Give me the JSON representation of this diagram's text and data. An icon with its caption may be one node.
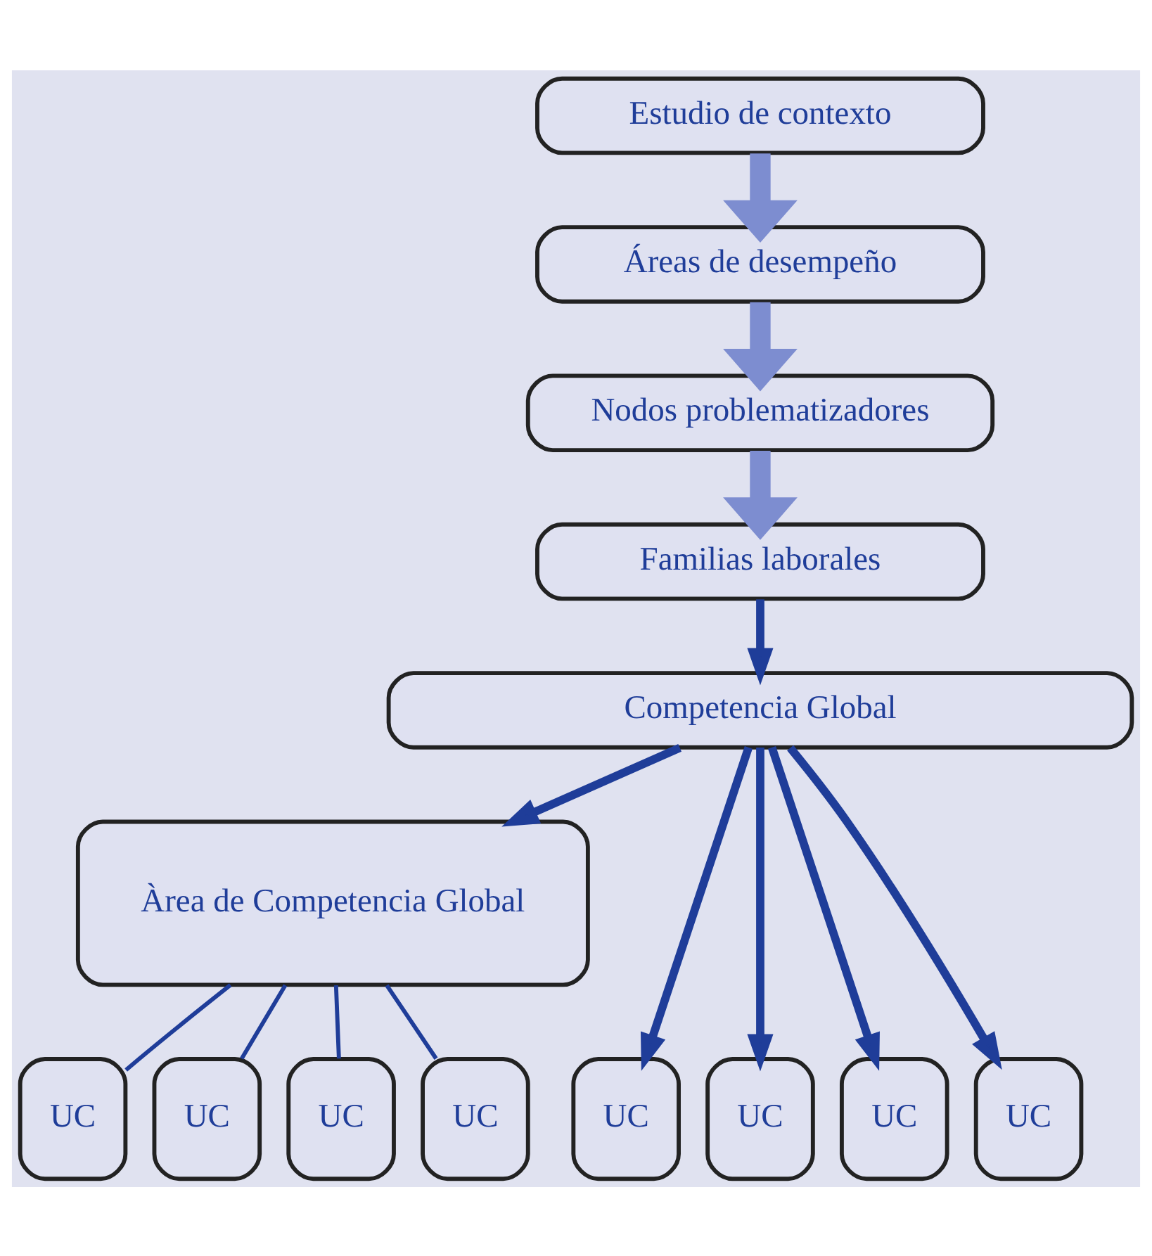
{
  "diagram": {
    "nodes": [
      {
        "text": [
          "Estudio de contexto"
        ]
      },
      {
        "text": [
          "Áreas de desempeño"
        ]
      },
      {
        "text": [
          "Nodos problematizadores"
        ]
      },
      {
        "text": [
          "Familias laborales"
        ]
      },
      {
        "text": [
          "Competencia Global"
        ]
      },
      {
        "text": [
          "Àrea de Competencia Global"
        ]
      },
      {
        "text": [
          "UC"
        ]
      },
      {
        "text": [
          "UC"
        ]
      },
      {
        "text": [
          "UC"
        ]
      },
      {
        "text": [
          "UC"
        ]
      },
      {
        "text": [
          "UC"
        ]
      },
      {
        "text": [
          "UC"
        ]
      },
      {
        "text": [
          "UC"
        ]
      },
      {
        "text": [
          "UC"
        ]
      }
    ],
    "edges": [
      {
        "from": 0,
        "to": 1,
        "arrow": "to",
        "style": "thick",
        "color": "#7d8dd0"
      },
      {
        "from": 1,
        "to": 2,
        "arrow": "to",
        "style": "thick",
        "color": "#7d8dd0"
      },
      {
        "from": 2,
        "to": 3,
        "arrow": "to",
        "style": "thick",
        "color": "#7d8dd0"
      },
      {
        "from": 3,
        "to": 4,
        "arrow": "to"
      },
      {
        "from": 4,
        "to": 5,
        "arrow": "to"
      },
      {
        "from": 5,
        "to": 6,
        "arrow": "none"
      },
      {
        "from": 5,
        "to": 7,
        "arrow": "none"
      },
      {
        "from": 5,
        "to": 8,
        "arrow": "none"
      },
      {
        "from": 5,
        "to": 9,
        "arrow": "none"
      },
      {
        "from": 4,
        "to": 10,
        "arrow": "to"
      },
      {
        "from": 4,
        "to": 11,
        "arrow": "to"
      },
      {
        "from": 4,
        "to": 12,
        "arrow": "to"
      },
      {
        "from": 4,
        "to": 13,
        "arrow": "to"
      }
    ]
  }
}
